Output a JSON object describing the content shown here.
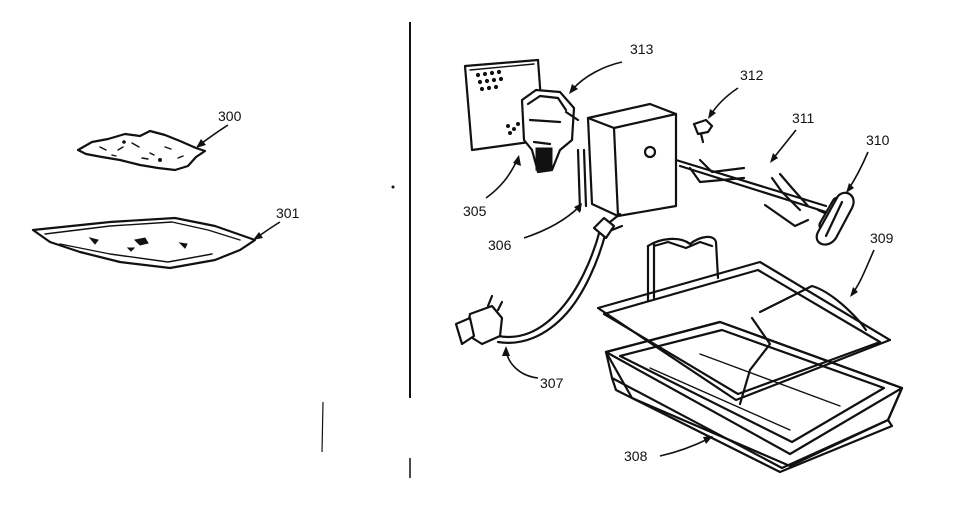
{
  "callouts": {
    "c300": "300",
    "c301": "301",
    "c305": "305",
    "c306": "306",
    "c307": "307",
    "c308": "308",
    "c309": "309",
    "c310": "310",
    "c311": "311",
    "c312": "312",
    "c313": "313"
  }
}
